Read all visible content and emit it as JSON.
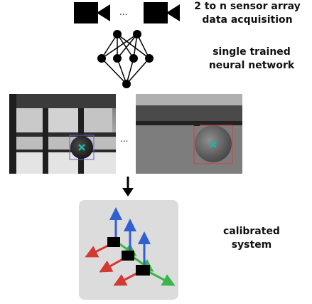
{
  "labels": {
    "acquisition": [
      "2 to n sensor  array",
      "data acquisition"
    ],
    "network": [
      "single trained",
      "neural network"
    ],
    "calibrated": [
      "calibrated",
      "system"
    ]
  },
  "ellipsis": "...",
  "colors": {
    "camera": "#000000",
    "marker": "#1fb5a8",
    "detection_box_left": "#6a5acd",
    "detection_box_right": "#d04040",
    "axis_x": "#d23b32",
    "axis_y": "#39b54a",
    "axis_z": "#2f5fd0",
    "panel_bg": "#dcdcdc"
  },
  "icons": {
    "sensor": "video-camera-icon",
    "arrow": "arrow-down-icon",
    "target": "cross-marker-icon"
  }
}
